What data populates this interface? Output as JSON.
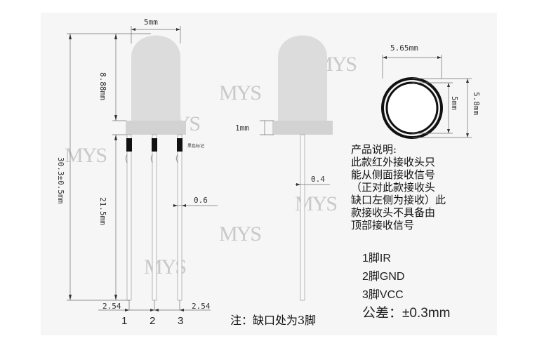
{
  "dimensions": {
    "body_width": "5mm",
    "dome_height": "8.88mm",
    "flange_height": "1mm",
    "total_height": "30.3±0.5mm",
    "pin_length": "21.5mm",
    "pin_width": "0.6",
    "pin_thickness": "0.4",
    "pitch_left": "2.54",
    "pitch_right": "2.54",
    "outer_diameter": "5.65mm",
    "inner_diameter": "5mm",
    "side_height": "5.8mm"
  },
  "labels": {
    "color_mark": "黑色标记",
    "pin_numbers": [
      "1",
      "2",
      "3"
    ],
    "note": "注：缺口处为3脚"
  },
  "description": {
    "lines": [
      "产品说明:",
      "此款红外接收头只",
      "能从侧面接收信号",
      "（正对此款接收头",
      "缺口左侧为接收）此",
      "款接收头不具备由",
      "顶部接收信号"
    ]
  },
  "pins": [
    "1脚IR",
    "2脚GND",
    "3脚VCC"
  ],
  "tolerance": "公差：±0.3mm",
  "watermark": "MYS",
  "colors": {
    "component": "#dcdcdc",
    "flange": "#d2d2d2",
    "mark": "#111111",
    "dimension_line": "#6f6f6f",
    "watermark": "#c9c9c9"
  }
}
